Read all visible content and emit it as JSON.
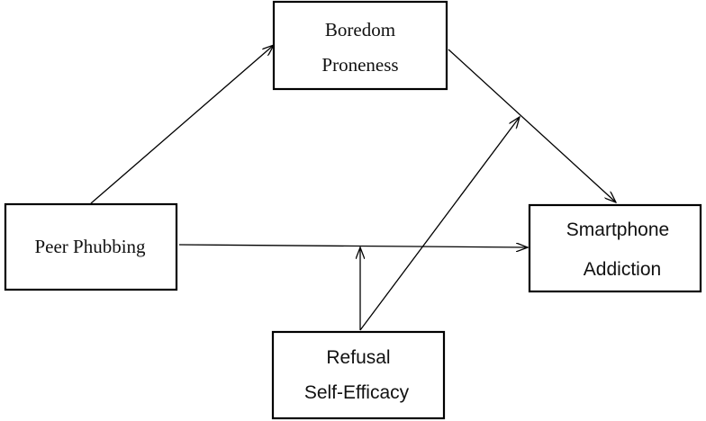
{
  "nodes": {
    "peer_phubbing": {
      "label": "Peer Phubbing"
    },
    "boredom_proneness": {
      "line1": "Boredom",
      "line2": "Proneness"
    },
    "smartphone_addiction": {
      "line1": "Smartphone",
      "line2": "Addiction"
    },
    "refusal_self_efficacy": {
      "line1": "Refusal",
      "line2": "Self-Efficacy"
    }
  },
  "edges": [
    {
      "from": "peer_phubbing",
      "to": "boredom_proneness"
    },
    {
      "from": "boredom_proneness",
      "to": "smartphone_addiction"
    },
    {
      "from": "peer_phubbing",
      "to": "smartphone_addiction"
    },
    {
      "from": "refusal_self_efficacy",
      "to": "peer_phubbing-smartphone_addiction path"
    },
    {
      "from": "refusal_self_efficacy",
      "to": "boredom_proneness-smartphone_addiction path"
    }
  ]
}
